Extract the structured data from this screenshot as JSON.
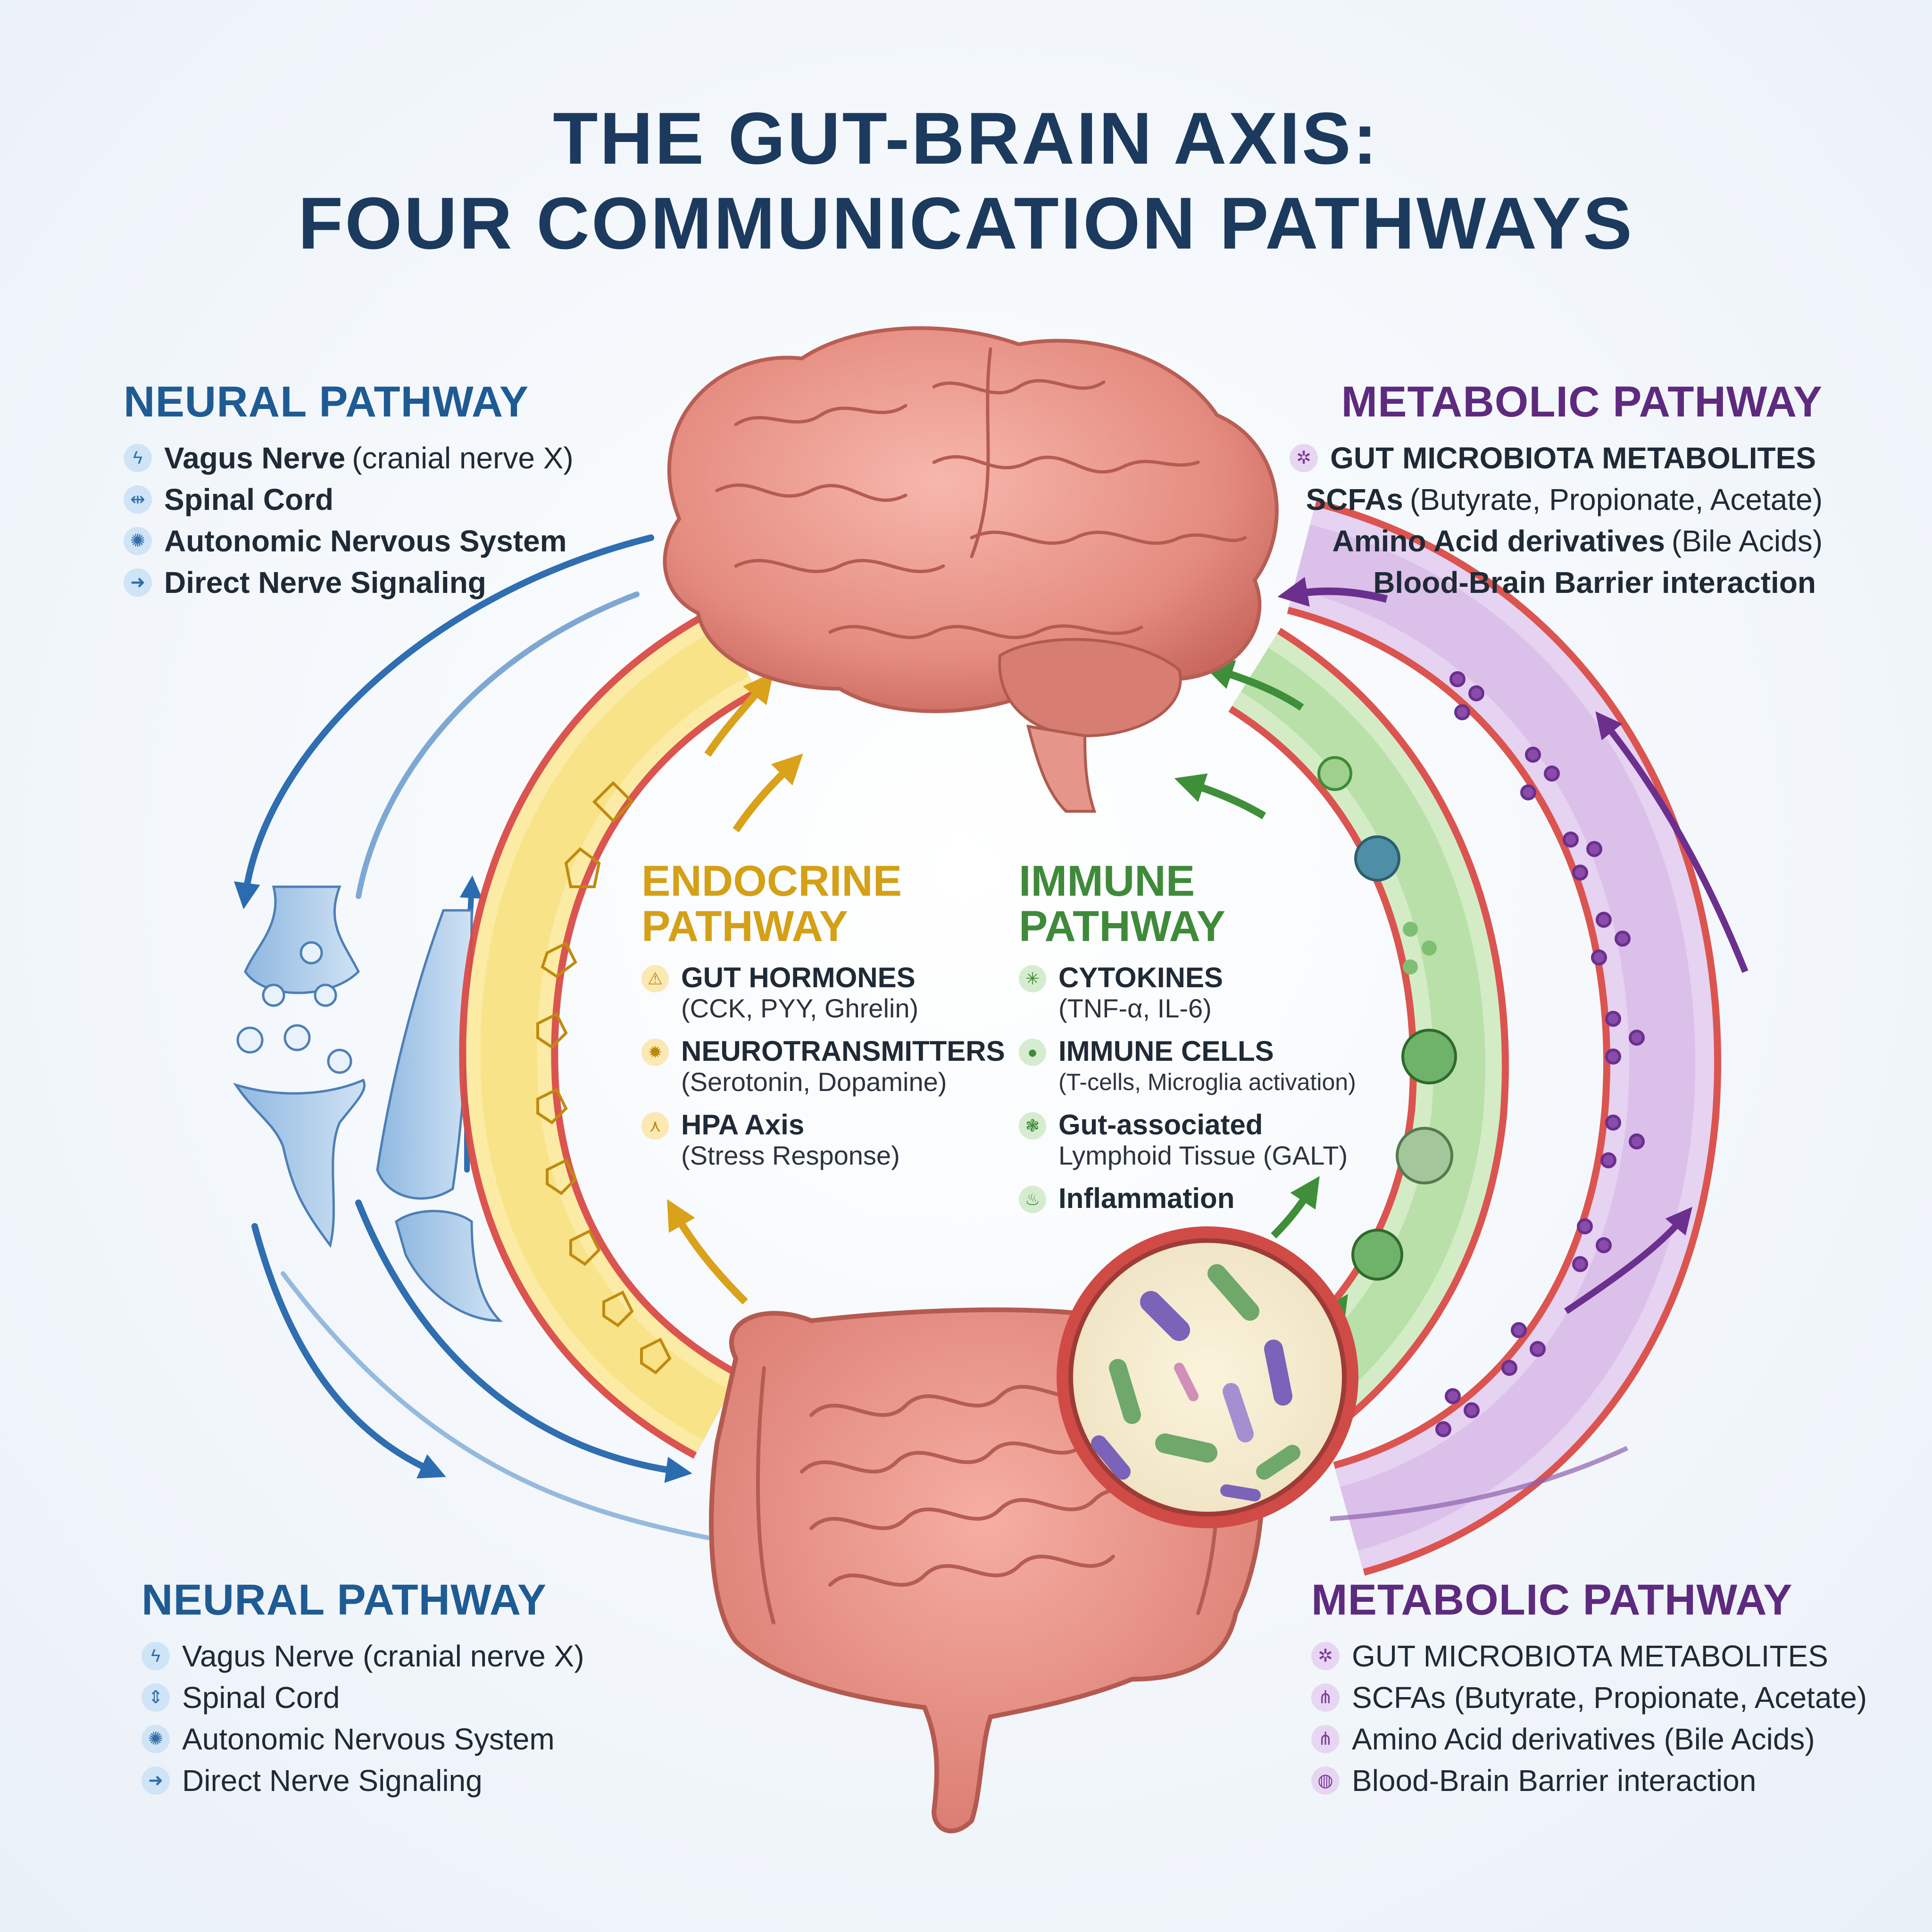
{
  "title": {
    "line1": "THE GUT-BRAIN AXIS:",
    "line2": "FOUR COMMUNICATION PATHWAYS"
  },
  "neural_top": {
    "heading": "NEURAL PATHWAY",
    "items": [
      {
        "bold": "Vagus Nerve",
        "rest": "(cranial nerve X)",
        "icon": "nerve-icon"
      },
      {
        "bold": "Spinal Cord",
        "rest": "",
        "icon": "spine-icon"
      },
      {
        "bold": "Autonomic Nervous System",
        "rest": "",
        "icon": "brain-icon"
      },
      {
        "bold": "Direct Nerve Signaling",
        "rest": "",
        "icon": "arrow-icon"
      }
    ]
  },
  "metabolic_top": {
    "heading": "METABOLIC PATHWAY",
    "items": [
      {
        "bold": "GUT MICROBIOTA METABOLITES",
        "rest": "",
        "icon": "microbe-icon"
      },
      {
        "bold": "SCFAs",
        "rest": "(Butyrate, Propionate, Acetate)"
      },
      {
        "bold": "Amino Acid derivatives",
        "rest": "(Bile Acids)"
      },
      {
        "bold": "Blood-Brain Barrier interaction",
        "rest": ""
      }
    ]
  },
  "endocrine": {
    "heading_line1": "ENDOCRINE",
    "heading_line2": "PATHWAY",
    "items": [
      {
        "main": "GUT HORMONES",
        "sub": "(CCK, PYY, Ghrelin)",
        "icon": "hormone-icon"
      },
      {
        "main": "NEUROTRANSMITTERS",
        "sub": "(Serotonin, Dopamine)",
        "icon": "neurotransmitter-icon"
      },
      {
        "main": "HPA Axis",
        "sub": "(Stress Response)",
        "icon": "hpa-axis-icon"
      }
    ]
  },
  "immune": {
    "heading_line1": "IMMUNE",
    "heading_line2": "PATHWAY",
    "items": [
      {
        "main": "CYTOKINES",
        "sub": "(TNF-α, IL-6)",
        "icon": "cytokine-icon"
      },
      {
        "main": "IMMUNE CELLS",
        "sub": "(T-cells, Microglia activation)",
        "icon": "immune-cell-icon"
      },
      {
        "main": "Gut-associated",
        "sub": "Lymphoid Tissue (GALT)",
        "icon": "galt-icon"
      },
      {
        "main": "Inflammation",
        "sub": "",
        "icon": "flame-icon"
      }
    ]
  },
  "neural_bottom": {
    "heading": "NEURAL PATHWAY",
    "items": [
      {
        "text": "Vagus Nerve (cranial nerve X)",
        "icon": "nerve-icon"
      },
      {
        "text": "Spinal Cord",
        "icon": "spine-icon"
      },
      {
        "text": "Autonomic Nervous System",
        "icon": "brain-icon"
      },
      {
        "text": "Direct Nerve Signaling",
        "icon": "arrow-icon"
      }
    ]
  },
  "metabolic_bottom": {
    "heading": "METABOLIC PATHWAY",
    "items": [
      {
        "text": "GUT MICROBIOTA METABOLITES",
        "icon": "microbe-icon"
      },
      {
        "text": "SCFAs (Butyrate, Propionate, Acetate)",
        "icon": "molecule-icon"
      },
      {
        "text": "Amino Acid derivatives (Bile Acids)",
        "icon": "molecule-icon"
      },
      {
        "text": "Blood-Brain Barrier interaction",
        "icon": "barrier-icon"
      }
    ]
  },
  "colors": {
    "title": "#1c3a5e",
    "neural": "#1f5b93",
    "metabolic": "#5e2a7e",
    "endocrine": "#d4a017",
    "immune": "#3f8a3a",
    "organ": "#e5897f"
  }
}
